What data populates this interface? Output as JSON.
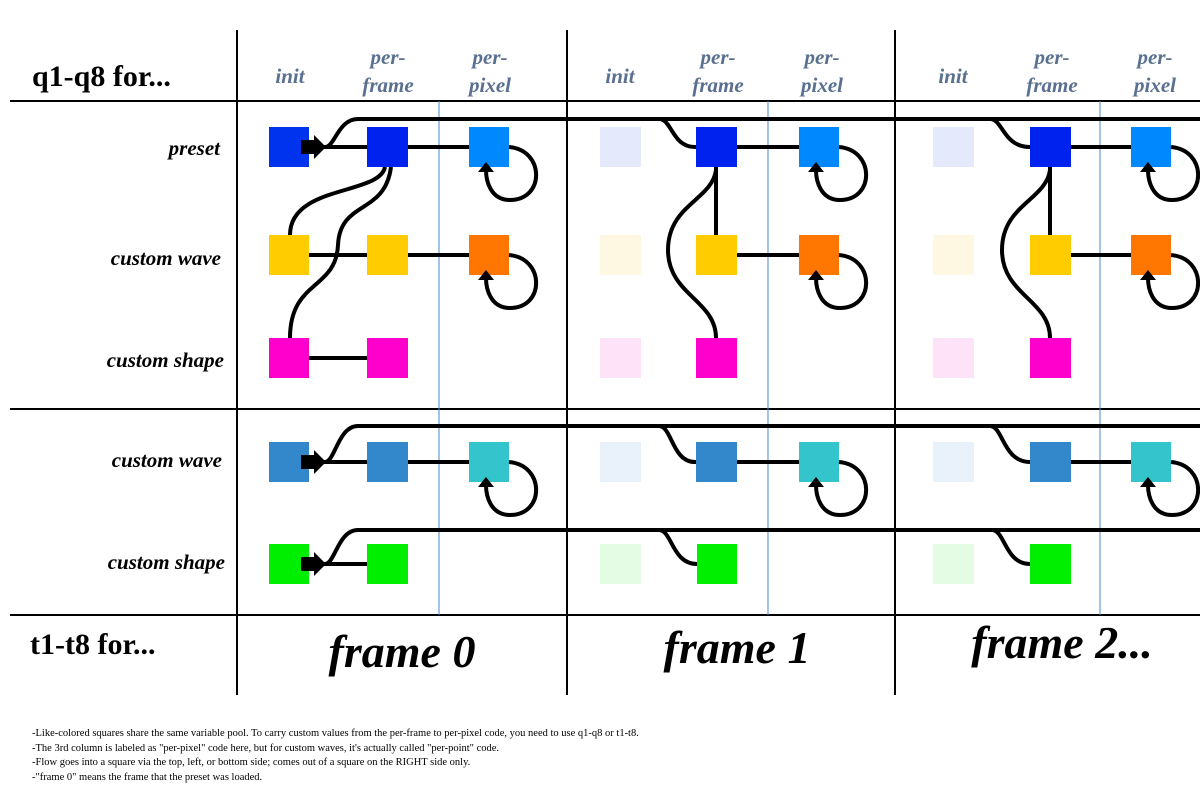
{
  "q_header": "q1-q8 for...",
  "t_header": "t1-t8 for...",
  "columns": {
    "init": "init",
    "per_frame": [
      "per-",
      "frame"
    ],
    "per_pixel": [
      "per-",
      "pixel"
    ]
  },
  "rows": {
    "preset": "preset",
    "custom_wave_q": "custom wave",
    "custom_shape_q": "custom shape",
    "custom_wave_t": "custom wave",
    "custom_shape_t": "custom shape"
  },
  "frames": [
    "frame 0",
    "frame 1",
    "frame 2..."
  ],
  "notes": [
    "-Like-colored squares share the same variable pool.  To carry custom values from the per-frame to per-pixel code, you need to use q1-q8 or t1-t8.",
    "-The 3rd column is labeled as \"per-pixel\" code here, but for custom waves, it's actually called \"per-point\" code.",
    "-Flow goes into a square via the top, left, or bottom side; comes out of a square on the RIGHT side only.",
    "-\"frame 0\" means the frame that the preset was loaded."
  ],
  "colors": {
    "preset_init": "#0033ee",
    "preset_frame": "#0022ee",
    "preset_pixel": "#0088ff",
    "wave_init": "#ffcc00",
    "wave_frame": "#ffcc00",
    "wave_pixel": "#ff7700",
    "shape_init": "#ff00cc",
    "shape_frame": "#ff00cc",
    "twave_init": "#3388cc",
    "twave_frame": "#3388cc",
    "twave_pixel": "#33c4cc",
    "tshape_init": "#00ee00",
    "tshape_frame": "#00ee00",
    "column_label": "#5a7090",
    "divider_blue": "#4488cc"
  }
}
